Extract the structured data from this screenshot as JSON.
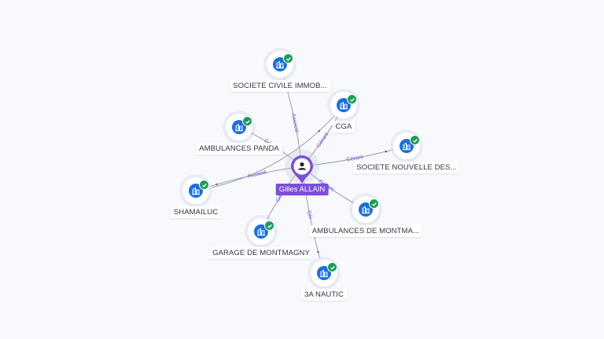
{
  "center": {
    "name": "Gilles ALLAIN",
    "icon": "person-icon"
  },
  "nodes": [
    {
      "id": "sci",
      "label": "SOCIETE CIVILE IMMOB...",
      "icon": "company-building-icon",
      "verified": true
    },
    {
      "id": "cga",
      "label": "CGA",
      "icon": "company-building-icon",
      "verified": true
    },
    {
      "id": "panda",
      "label": "AMBULANCES PANDA",
      "icon": "company-building-icon",
      "verified": true
    },
    {
      "id": "snd",
      "label": "SOCIETE NOUVELLE DES...",
      "icon": "company-building-icon",
      "verified": true
    },
    {
      "id": "shamailuc",
      "label": "SHAMAILUC",
      "icon": "company-building-icon",
      "verified": true
    },
    {
      "id": "ambmont",
      "label": "AMBULANCES DE MONTMA...",
      "icon": "company-building-icon",
      "verified": true
    },
    {
      "id": "garage",
      "label": "GARAGE DE MONTMAGNY",
      "icon": "company-building-icon",
      "verified": true
    },
    {
      "id": "nautic",
      "label": "3A NAUTIC",
      "icon": "company-building-icon",
      "verified": true
    }
  ],
  "edges": [
    {
      "from": "center",
      "to": "sci",
      "label": "Associé"
    },
    {
      "from": "center",
      "to": "cga",
      "label": "Gérant"
    },
    {
      "from": "center",
      "to": "panda",
      "label": "Gérant"
    },
    {
      "from": "center",
      "to": "snd",
      "label": "Gérant"
    },
    {
      "from": "center",
      "to": "shamailuc",
      "label": "Associé"
    },
    {
      "from": "center",
      "to": "ambmont",
      "label": "Gérant"
    },
    {
      "from": "center",
      "to": "garage",
      "label": "Gérant"
    },
    {
      "from": "center",
      "to": "nautic",
      "label": "Gér"
    },
    {
      "from": "shamailuc",
      "to": "cga",
      "label": ""
    }
  ],
  "colors": {
    "company": "#1a6fd8",
    "verified": "#1e9b57",
    "person": "#7b4fd6",
    "edge": "#8a93a8",
    "edge_label": "#6f5bd6"
  }
}
